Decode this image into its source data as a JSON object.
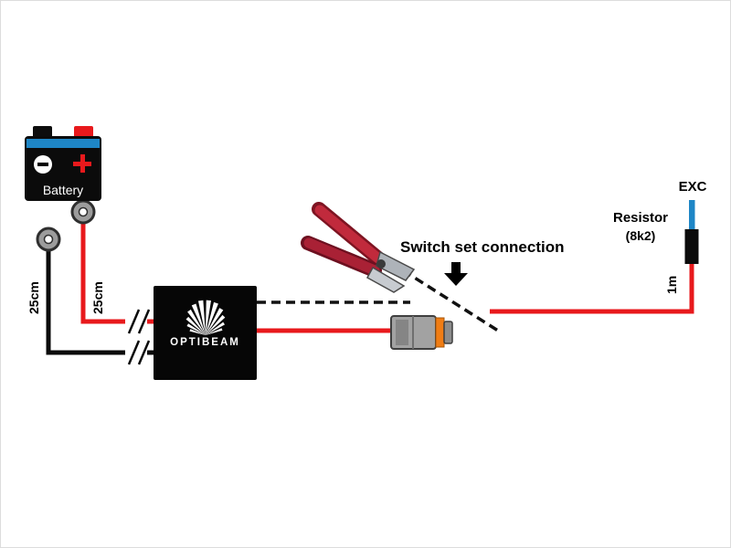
{
  "battery": {
    "label": "Battery"
  },
  "brand": {
    "name": "OPTIBEAM"
  },
  "wire_labels": {
    "black_length": "25cm",
    "red_length": "25cm",
    "resistor_length": "1m"
  },
  "annotations": {
    "switch_set": "Switch set connection"
  },
  "resistor": {
    "name": "Resistor",
    "value": "(8k2)",
    "exc_label": "EXC"
  },
  "colors": {
    "wire_red": "#e8191c",
    "wire_black": "#0b0b0b",
    "exc_blue": "#1e86c6",
    "connector_orange": "#f07d15",
    "battery_stripe_blue": "#1e86c6"
  }
}
